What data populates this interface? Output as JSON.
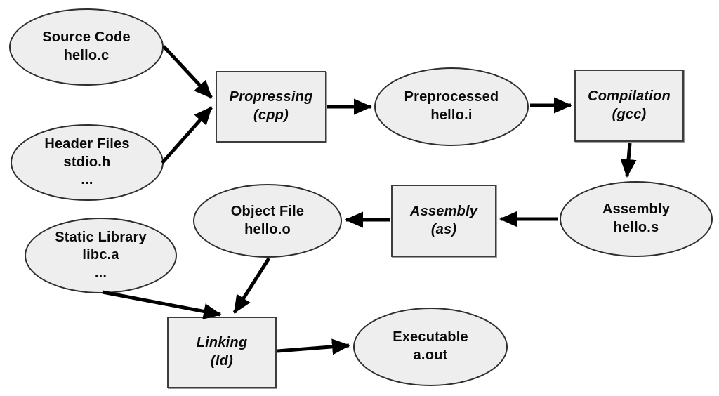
{
  "diagram": {
    "description": "C compilation pipeline flow diagram",
    "colors": {
      "node_fill": "#eeeeee",
      "node_border": "#2e2e2e",
      "arrow": "#000000",
      "text": "#0a0a0a",
      "background": "#ffffff"
    },
    "nodes": {
      "source_code": {
        "type": "ellipse",
        "lines": [
          "Source Code",
          "hello.c"
        ]
      },
      "header_files": {
        "type": "ellipse",
        "lines": [
          "Header Files",
          "stdio.h",
          "..."
        ]
      },
      "preprocessing": {
        "type": "process",
        "lines": [
          "Propressing",
          "(cpp)"
        ]
      },
      "preprocessed": {
        "type": "ellipse",
        "lines": [
          "Preprocessed",
          "hello.i"
        ]
      },
      "compilation": {
        "type": "process",
        "lines": [
          "Compilation",
          "(gcc)"
        ]
      },
      "assembly_file": {
        "type": "ellipse",
        "lines": [
          "Assembly",
          "hello.s"
        ]
      },
      "assembler": {
        "type": "process",
        "lines": [
          "Assembly",
          "(as)"
        ]
      },
      "object_file": {
        "type": "ellipse",
        "lines": [
          "Object File",
          "hello.o"
        ]
      },
      "static_library": {
        "type": "ellipse",
        "lines": [
          "Static Library",
          "libc.a",
          "..."
        ]
      },
      "linking": {
        "type": "process",
        "lines": [
          "Linking",
          "(ld)"
        ]
      },
      "executable": {
        "type": "ellipse",
        "lines": [
          "Executable",
          "a.out"
        ]
      }
    },
    "edges": [
      {
        "from": "source_code",
        "to": "preprocessing"
      },
      {
        "from": "header_files",
        "to": "preprocessing"
      },
      {
        "from": "preprocessing",
        "to": "preprocessed"
      },
      {
        "from": "preprocessed",
        "to": "compilation"
      },
      {
        "from": "compilation",
        "to": "assembly_file"
      },
      {
        "from": "assembly_file",
        "to": "assembler"
      },
      {
        "from": "assembler",
        "to": "object_file"
      },
      {
        "from": "object_file",
        "to": "linking"
      },
      {
        "from": "static_library",
        "to": "linking"
      },
      {
        "from": "linking",
        "to": "executable"
      }
    ]
  }
}
